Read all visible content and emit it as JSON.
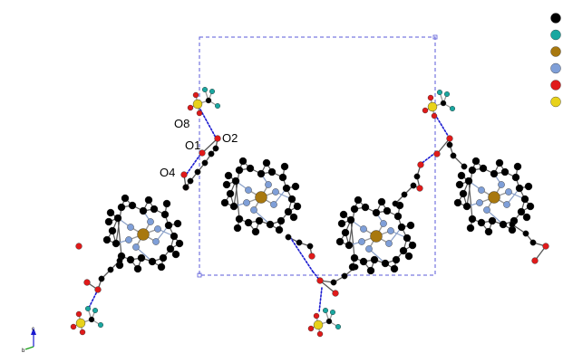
{
  "atom_labels": [
    {
      "id": "o8",
      "text": "O8"
    },
    {
      "id": "o1",
      "text": "O1"
    },
    {
      "id": "o2",
      "text": "O2"
    },
    {
      "id": "o4",
      "text": "O4"
    }
  ],
  "axes": {
    "c": "c",
    "b": "b"
  },
  "legend_colors": [
    "#000000",
    "#1aa7a0",
    "#a8780f",
    "#7f9fd8",
    "#e01a1a",
    "#e8d21a"
  ],
  "colors": {
    "carbon": "#000000",
    "hydrogen_or_fluorine": "#1aa7a0",
    "metal": "#a8780f",
    "nitrogen": "#7f9fd8",
    "oxygen": "#e01a1a",
    "sulfur": "#e8d21a",
    "hbond": "#1a1ad0",
    "cell": "#5a5ad8"
  }
}
